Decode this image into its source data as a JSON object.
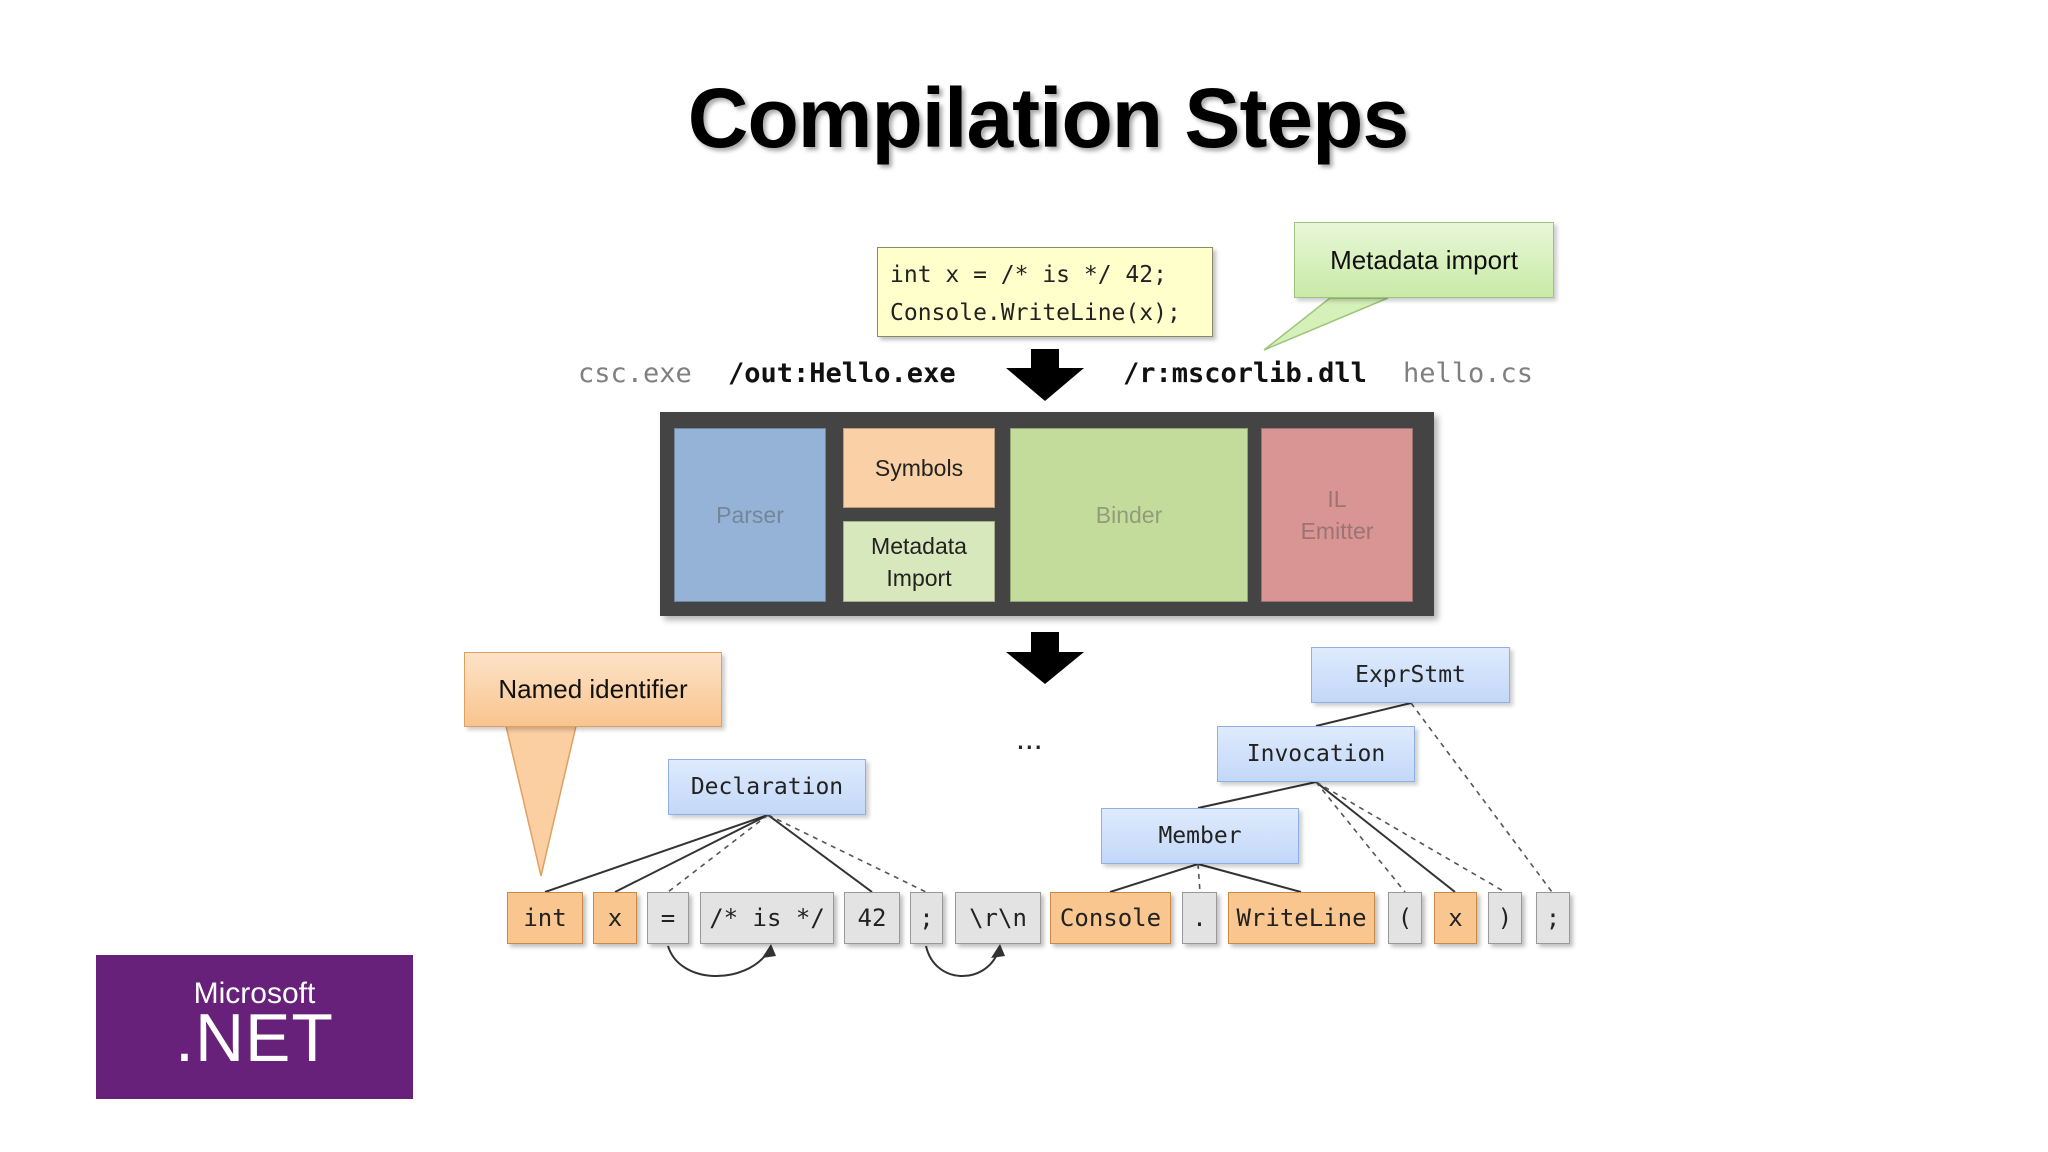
{
  "title": "Compilation Steps",
  "source_code": {
    "line1": "int x = /* is */ 42;",
    "line2": "Console.WriteLine(x);"
  },
  "command_line": {
    "exe": "csc.exe",
    "out": "/out:Hello.exe",
    "ref": "/r:mscorlib.dll",
    "src": "hello.cs"
  },
  "callouts": {
    "metadata": "Metadata import",
    "named": "Named identifier"
  },
  "phases": {
    "parser": "Parser",
    "symbols": "Symbols",
    "metadata_line1": "Metadata",
    "metadata_line2": "Import",
    "binder": "Binder",
    "emitter_line1": "IL",
    "emitter_line2": "Emitter"
  },
  "tree_nodes": {
    "declaration": "Declaration",
    "exprstmt": "ExprStmt",
    "invocation": "Invocation",
    "member": "Member"
  },
  "ellipsis": "...",
  "tokens": [
    "int",
    "x",
    "=",
    "/* is */",
    "42",
    ";",
    "\\r\\n",
    "Console",
    ".",
    "WriteLine",
    "(",
    "x",
    ")",
    ";"
  ],
  "logo": {
    "line1": "Microsoft",
    "line2": ".NET"
  },
  "colors": {
    "parser": "#94b3d6",
    "symbols": "#fad1a6",
    "metadata": "#d8e8bd",
    "binder": "#c4dc9b",
    "emitter": "#d99494",
    "compiler_frame": "#444444",
    "token_orange": "#fac68f",
    "token_gray": "#e3e3e3",
    "node_blue": "#cce0fc",
    "code_box": "#ffffcc",
    "logo": "#68217a"
  }
}
